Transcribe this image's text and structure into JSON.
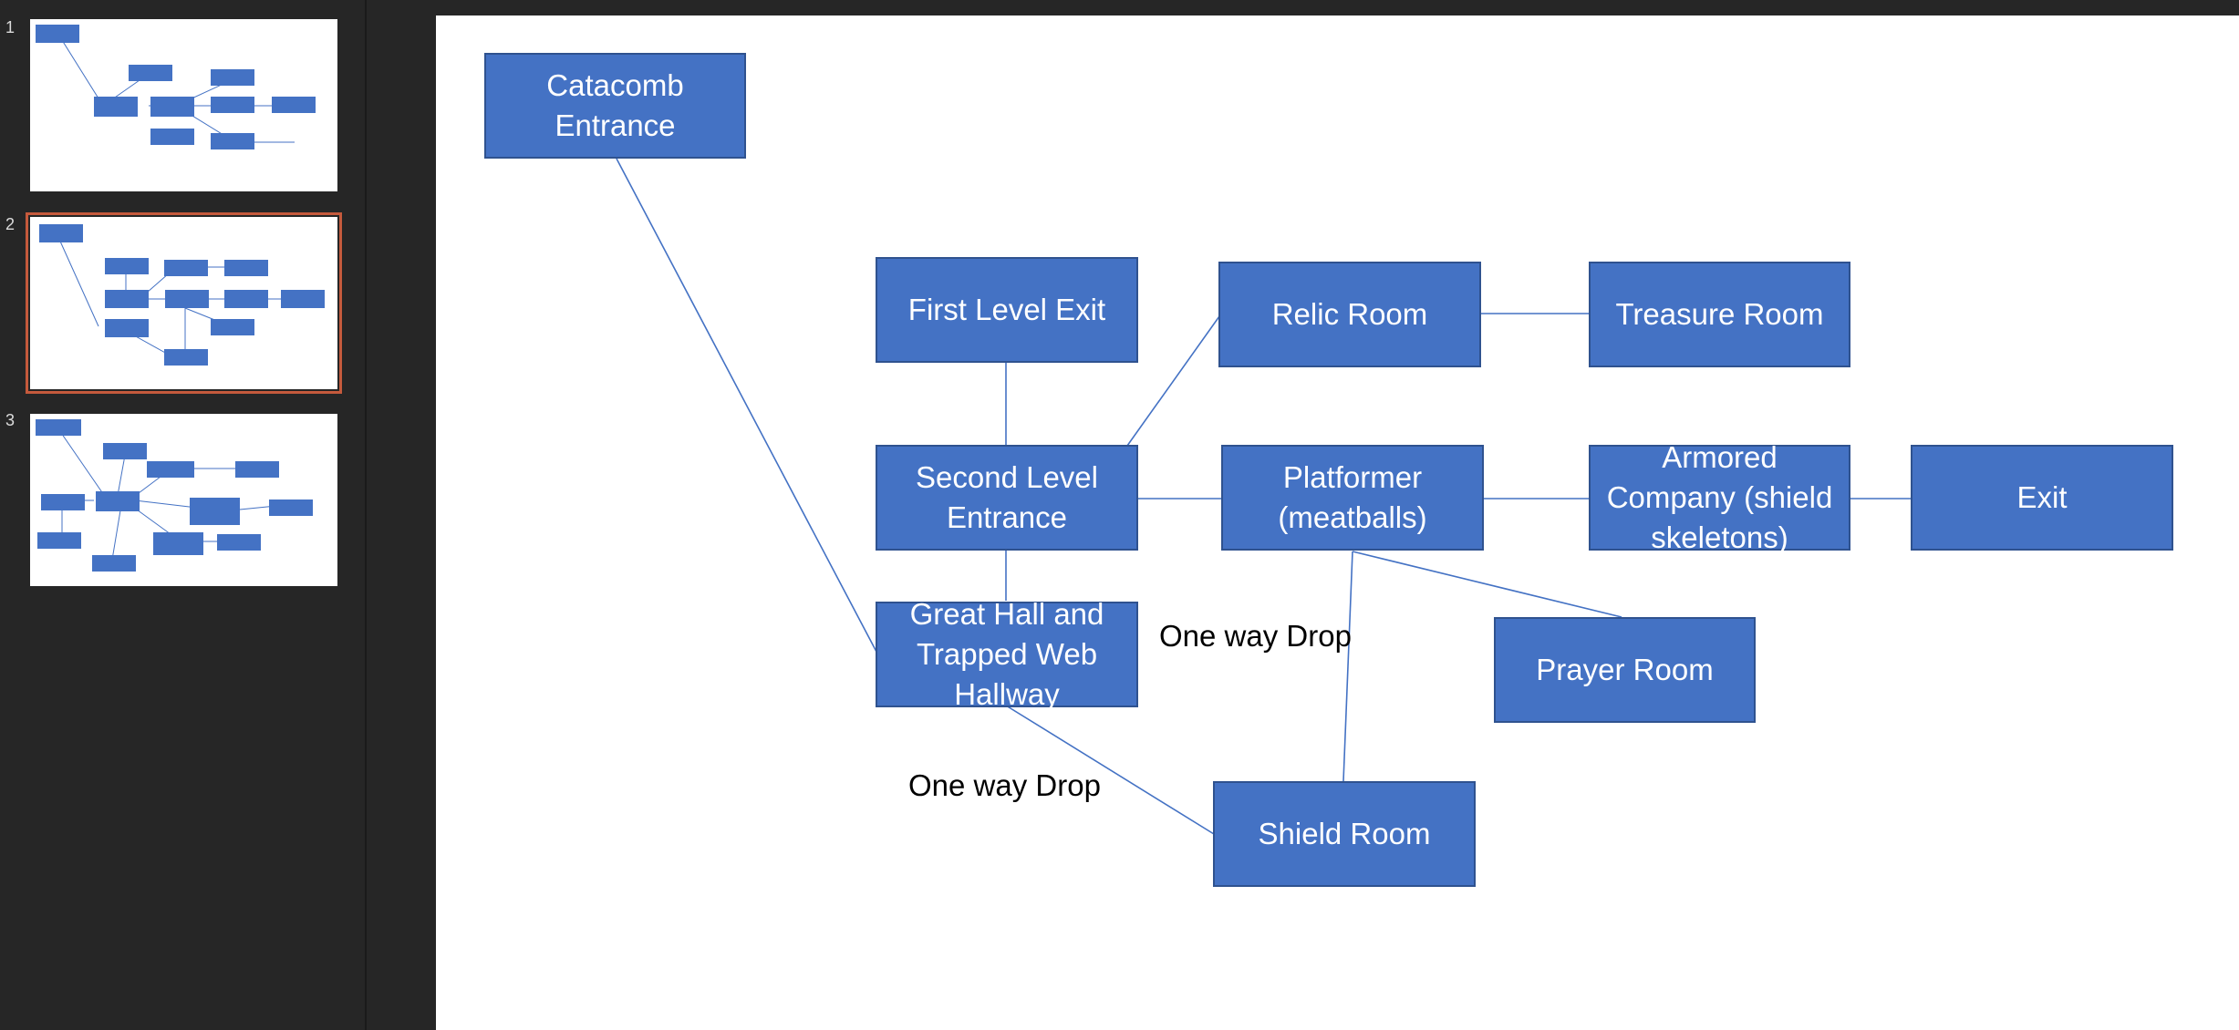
{
  "thumbnails": [
    {
      "number": "1"
    },
    {
      "number": "2",
      "selected": true
    },
    {
      "number": "3"
    }
  ],
  "slide": {
    "rooms": {
      "catacomb_entrance": "Catacomb\nEntrance",
      "first_level_exit": "First Level Exit",
      "relic_room": "Relic Room",
      "treasure_room": "Treasure Room",
      "second_level_entrance": "Second Level\nEntrance",
      "platformer": "Platformer\n(meatballs)",
      "armored_company": "Armored\nCompany (shield\nskeletons)",
      "exit": "Exit",
      "great_hall": "Great Hall and\nTrapped Web\nHallway",
      "prayer_room": "Prayer Room",
      "shield_room": "Shield Room"
    },
    "labels": {
      "drop_1": "One way Drop",
      "drop_2": "One way Drop"
    }
  },
  "colors": {
    "shape_fill": "#4472c4",
    "shape_border": "#2f528f",
    "connector": "#4472c4",
    "selection": "#c55a3c"
  }
}
